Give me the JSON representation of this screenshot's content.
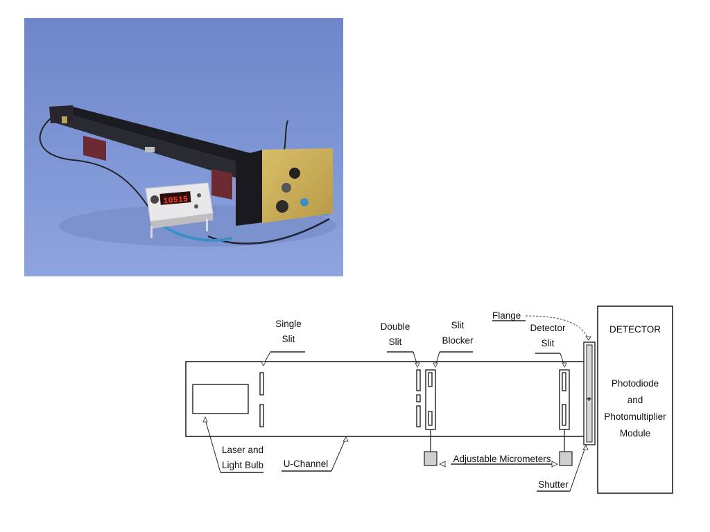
{
  "photo": {
    "display_reading": "10515"
  },
  "diagram": {
    "labels": {
      "single_slit": [
        "Single",
        "Slit"
      ],
      "double_slit": [
        "Double",
        "Slit"
      ],
      "slit_blocker": [
        "Slit",
        "Blocker"
      ],
      "flange": "Flange",
      "detector_slit": [
        "Detector",
        "Slit"
      ],
      "laser_light_bulb": [
        "Laser and",
        "Light Bulb"
      ],
      "u_channel": "U-Channel",
      "adjustable_micrometers": "Adjustable Micrometers",
      "shutter": "Shutter"
    },
    "detector_box": {
      "title": "DETECTOR",
      "lines": [
        "Photodiode",
        "and",
        "Photomultiplier",
        "Module"
      ]
    }
  }
}
